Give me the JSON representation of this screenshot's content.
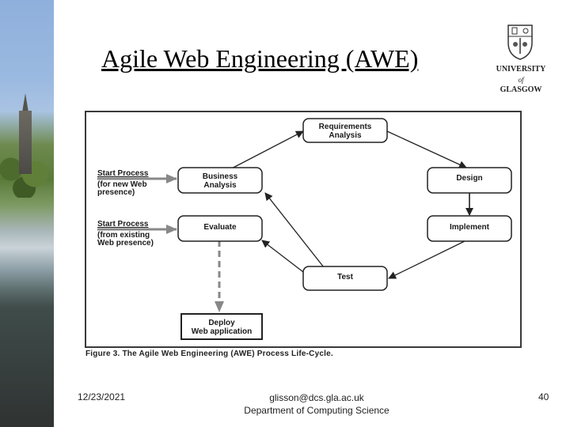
{
  "slide": {
    "title": "Agile Web Engineering (AWE)"
  },
  "logo": {
    "line1": "UNIVERSITY",
    "line2": "of",
    "line3": "GLASGOW"
  },
  "diagram": {
    "nodes": {
      "requirements": [
        "Requirements",
        "Analysis"
      ],
      "design": [
        "Design"
      ],
      "implement": [
        "Implement"
      ],
      "test": [
        "Test"
      ],
      "business": [
        "Business",
        "Analysis"
      ],
      "evaluate": [
        "Evaluate"
      ],
      "deploy": [
        "Deploy",
        "Web application"
      ]
    },
    "start_new": [
      "Start Process",
      "(for new Web",
      "presence)"
    ],
    "start_existing": [
      "Start Process",
      "(from existing",
      "Web presence)"
    ],
    "caption": "Figure 3. The Agile Web Engineering (AWE) Process Life-Cycle."
  },
  "footer": {
    "date": "12/23/2021",
    "email": "glisson@dcs.gla.ac.uk",
    "department": "Department of Computing Science",
    "page": "40"
  }
}
